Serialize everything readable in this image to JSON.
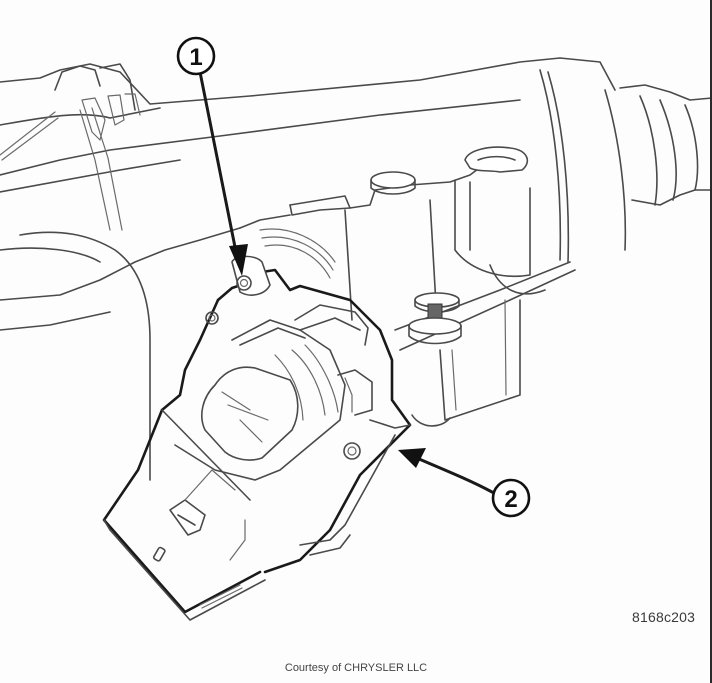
{
  "figure": {
    "type": "technical line illustration",
    "subject": "steering column with module mounted by screws",
    "callouts": [
      {
        "number": "1",
        "label": "1",
        "points_to": "mounting screw"
      },
      {
        "number": "2",
        "label": "2",
        "points_to": "module"
      }
    ],
    "figure_code": "8168c203",
    "caption": "Courtesy of CHRYSLER LLC"
  },
  "colors": {
    "background": "#fdfdfd",
    "line": "#4a4a4a",
    "heavy_line": "#1a1a1a",
    "border": "#2a2a2a",
    "caption_text": "#444444"
  }
}
